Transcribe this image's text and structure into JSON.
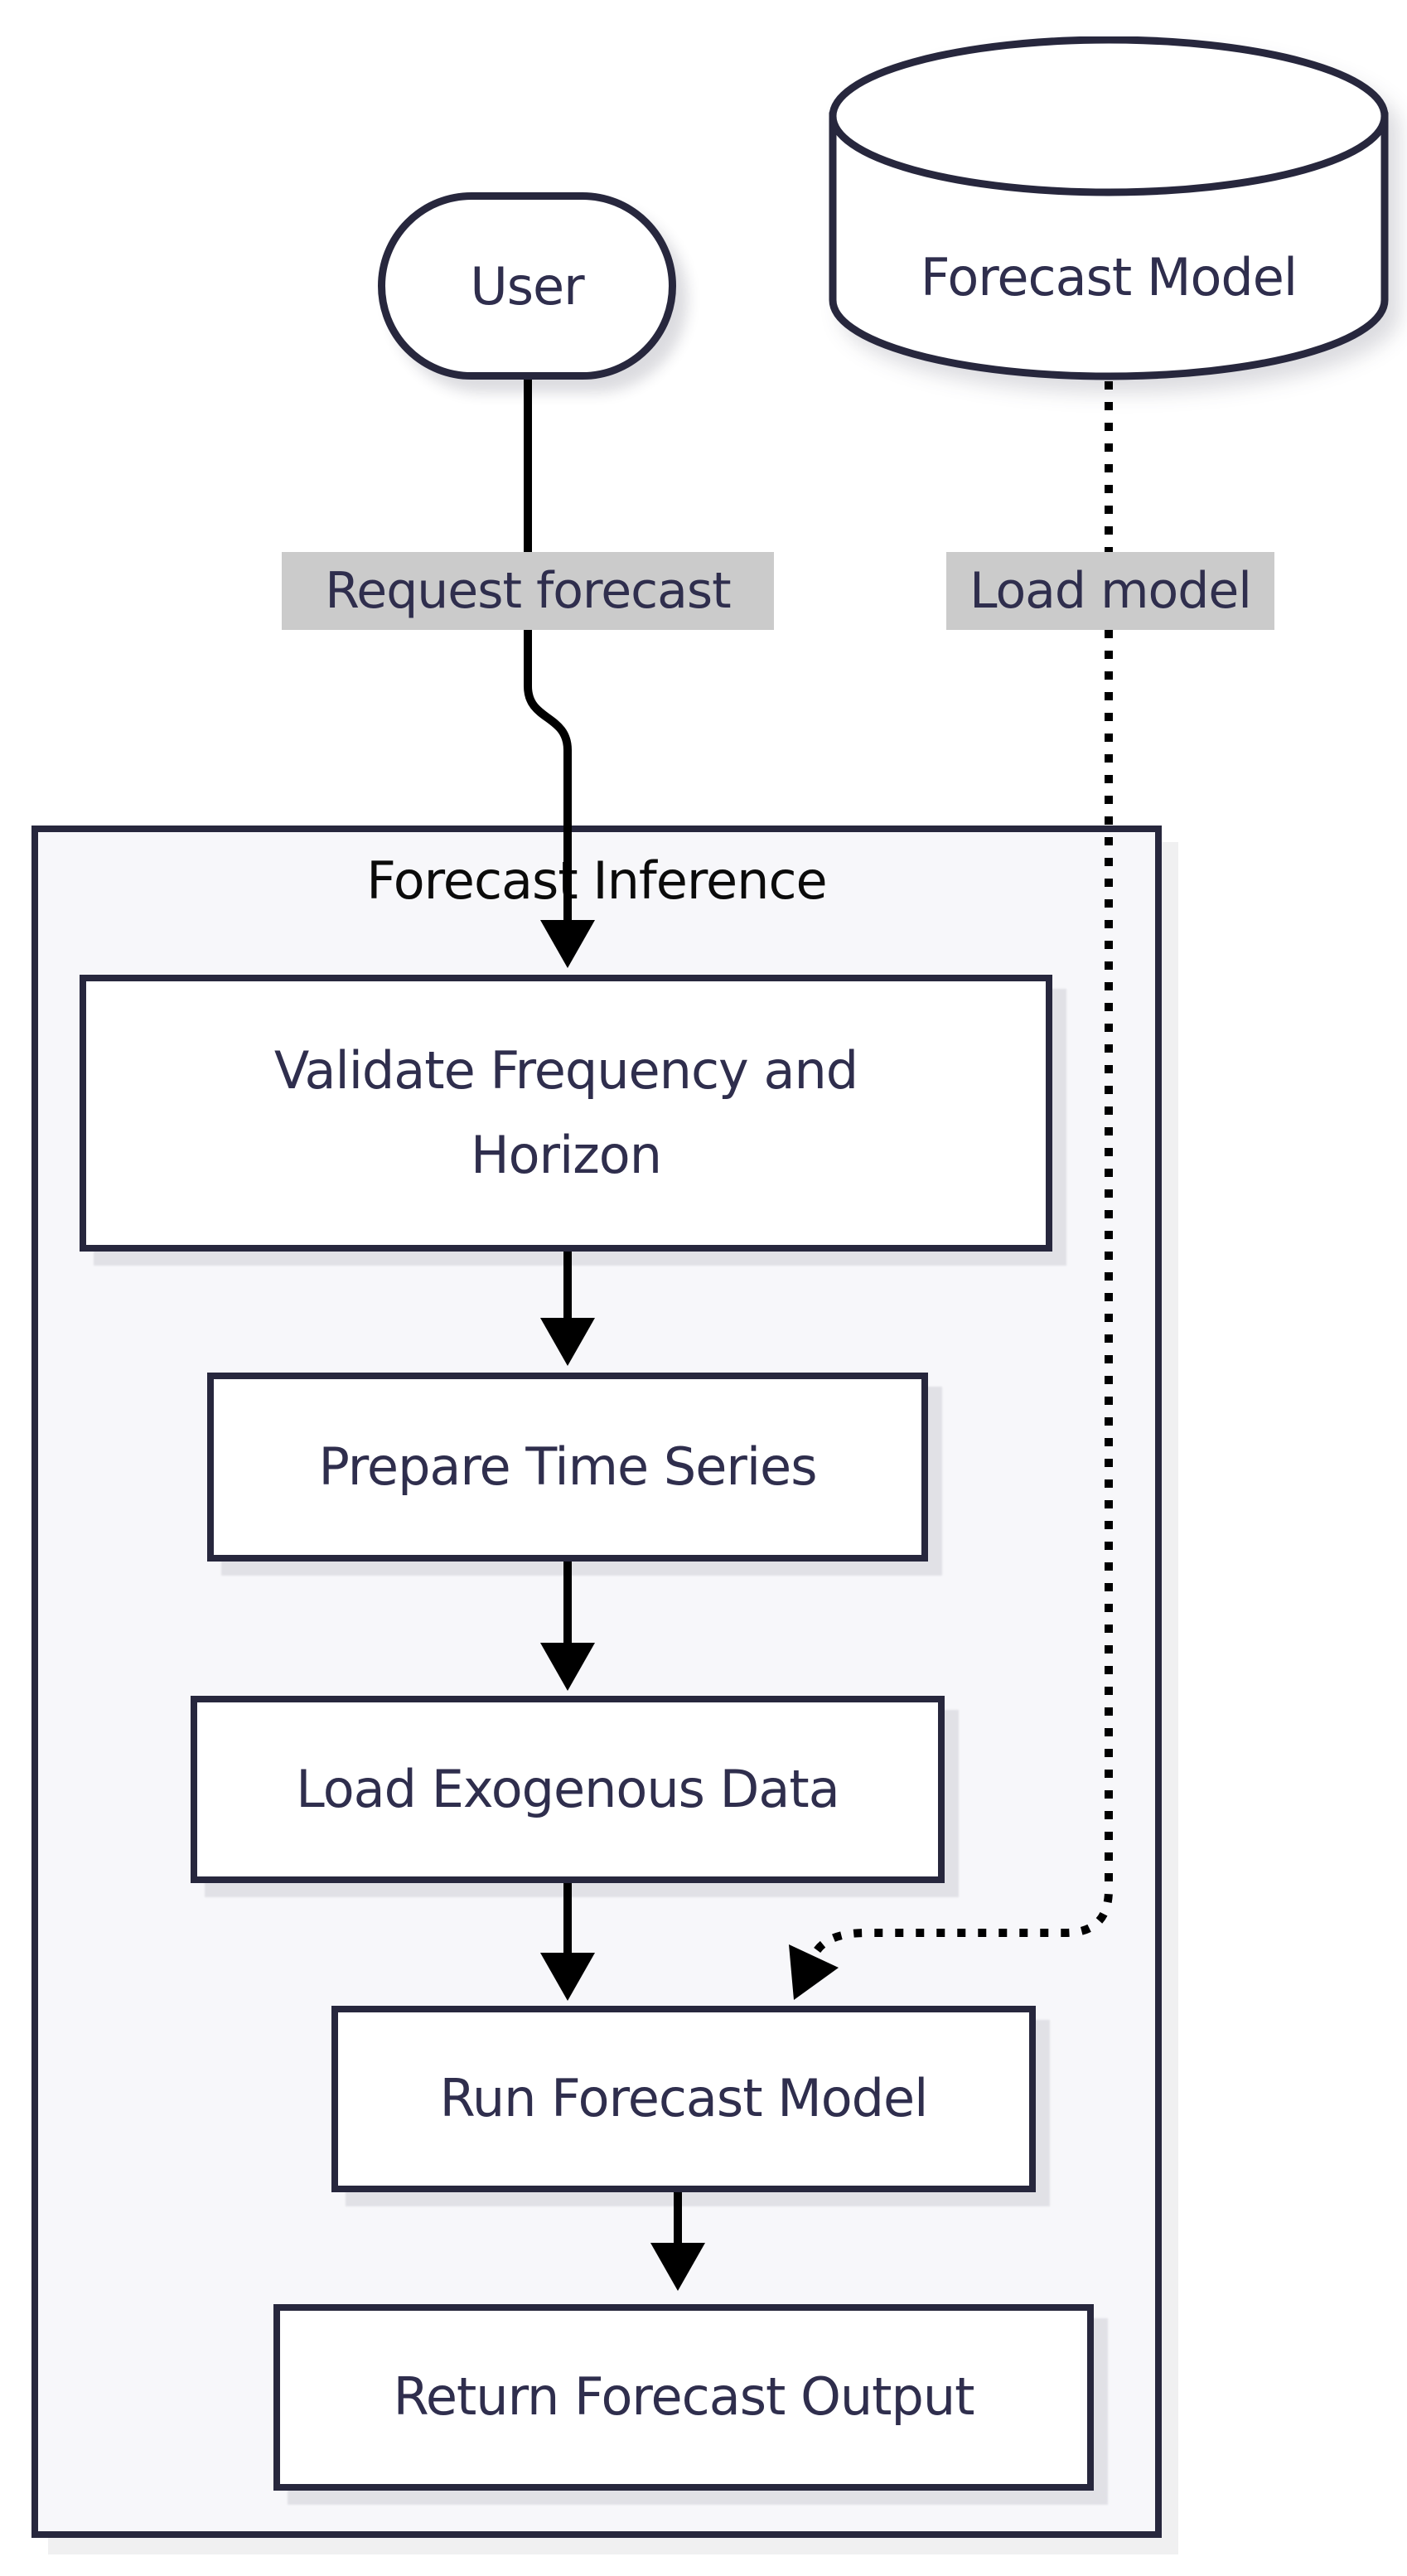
{
  "diagram": {
    "kind": "flowchart",
    "subgraph_title": "Forecast Inference",
    "nodes": {
      "user": {
        "label": "User",
        "shape": "stadium"
      },
      "forecast_model": {
        "label": "Forecast Model",
        "shape": "cylinder"
      },
      "validate": {
        "label": "Validate Frequency and Horizon",
        "shape": "rect"
      },
      "prepare": {
        "label": "Prepare Time Series",
        "shape": "rect"
      },
      "load_exogenous": {
        "label": "Load Exogenous Data",
        "shape": "rect"
      },
      "run_model": {
        "label": "Run Forecast Model",
        "shape": "rect"
      },
      "return_output": {
        "label": "Return Forecast Output",
        "shape": "rect"
      }
    },
    "edge_labels": {
      "request_forecast": "Request forecast",
      "load_model": "Load model"
    },
    "edges": [
      {
        "from": "User",
        "to": "Validate Frequency and Horizon",
        "label": "Request forecast",
        "style": "solid"
      },
      {
        "from": "Forecast Model",
        "to": "Run Forecast Model",
        "label": "Load model",
        "style": "dotted"
      },
      {
        "from": "Validate Frequency and Horizon",
        "to": "Prepare Time Series",
        "label": "",
        "style": "solid"
      },
      {
        "from": "Prepare Time Series",
        "to": "Load Exogenous Data",
        "label": "",
        "style": "solid"
      },
      {
        "from": "Load Exogenous Data",
        "to": "Run Forecast Model",
        "label": "",
        "style": "solid"
      },
      {
        "from": "Run Forecast Model",
        "to": "Return Forecast Output",
        "label": "",
        "style": "solid"
      }
    ],
    "colors": {
      "node_border": "#27273d",
      "node_fill": "#ffffff",
      "node_text": "#2f2e4d",
      "subgraph_fill": "#f7f7fa",
      "subgraph_title_color": "#0b0b0b",
      "edge_color": "#000000",
      "edge_label_bg": "#cbcbcb",
      "canvas_bg": "#ffffff"
    }
  }
}
